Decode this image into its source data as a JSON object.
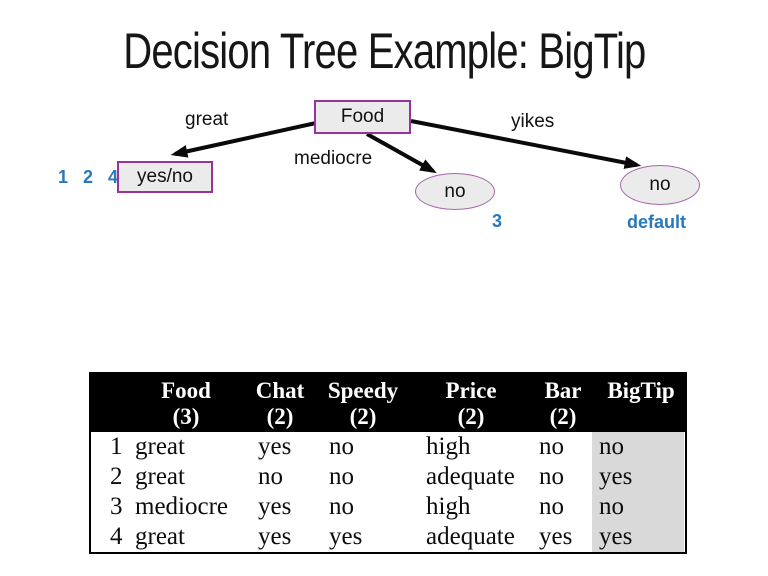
{
  "title": "Decision Tree Example: BigTip",
  "tree": {
    "root": {
      "label": "Food"
    },
    "branches": [
      {
        "edge_label": "great",
        "node_label": "yes/no",
        "annotation": "1 2 4"
      },
      {
        "edge_label": "mediocre",
        "node_label": "no",
        "annotation": "3"
      },
      {
        "edge_label": "yikes",
        "node_label": "no",
        "annotation": "default"
      }
    ],
    "colors": {
      "node_fill": "#ebebeb",
      "rect_border": "#993399",
      "ellipse_border": "#a568a8",
      "annotation_blue": "#2878be",
      "arrow": "#0a0a0a"
    }
  },
  "table": {
    "columns": [
      {
        "label": "Food",
        "count": "(3)"
      },
      {
        "label": "Chat",
        "count": "(2)"
      },
      {
        "label": "Speedy",
        "count": "(2)"
      },
      {
        "label": "Price",
        "count": "(2)"
      },
      {
        "label": "Bar",
        "count": "(2)"
      },
      {
        "label": "BigTip",
        "count": ""
      }
    ],
    "rows": [
      {
        "num": "1",
        "food": "great",
        "chat": "yes",
        "speedy": "no",
        "price": "high",
        "bar": "no",
        "bigtip": "no"
      },
      {
        "num": "2",
        "food": "great",
        "chat": "no",
        "speedy": "no",
        "price": "adequate",
        "bar": "no",
        "bigtip": "yes"
      },
      {
        "num": "3",
        "food": "mediocre",
        "chat": "yes",
        "speedy": "no",
        "price": "high",
        "bar": "no",
        "bigtip": "no"
      },
      {
        "num": "4",
        "food": "great",
        "chat": "yes",
        "speedy": "yes",
        "price": "adequate",
        "bar": "yes",
        "bigtip": "yes"
      }
    ],
    "colors": {
      "header_bg": "#000000",
      "header_text": "#ffffff",
      "bigtip_col_bg": "#d9d9d9"
    }
  }
}
